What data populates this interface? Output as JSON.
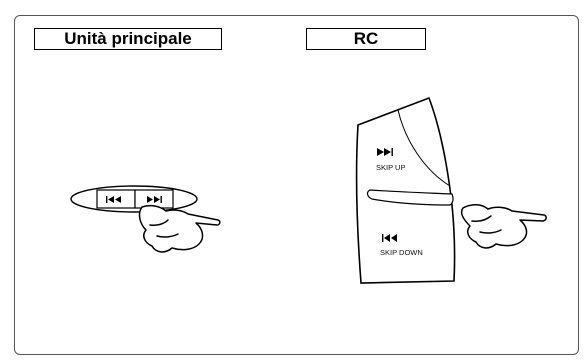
{
  "sections": {
    "main_unit": {
      "title": "Unità principale"
    },
    "remote": {
      "title": "RC",
      "skip_up_label": "SKIP UP",
      "skip_down_label": "SKIP DOWN"
    }
  },
  "icons": [
    "previous-track-icon",
    "next-track-icon",
    "pointing-hand-icon"
  ]
}
